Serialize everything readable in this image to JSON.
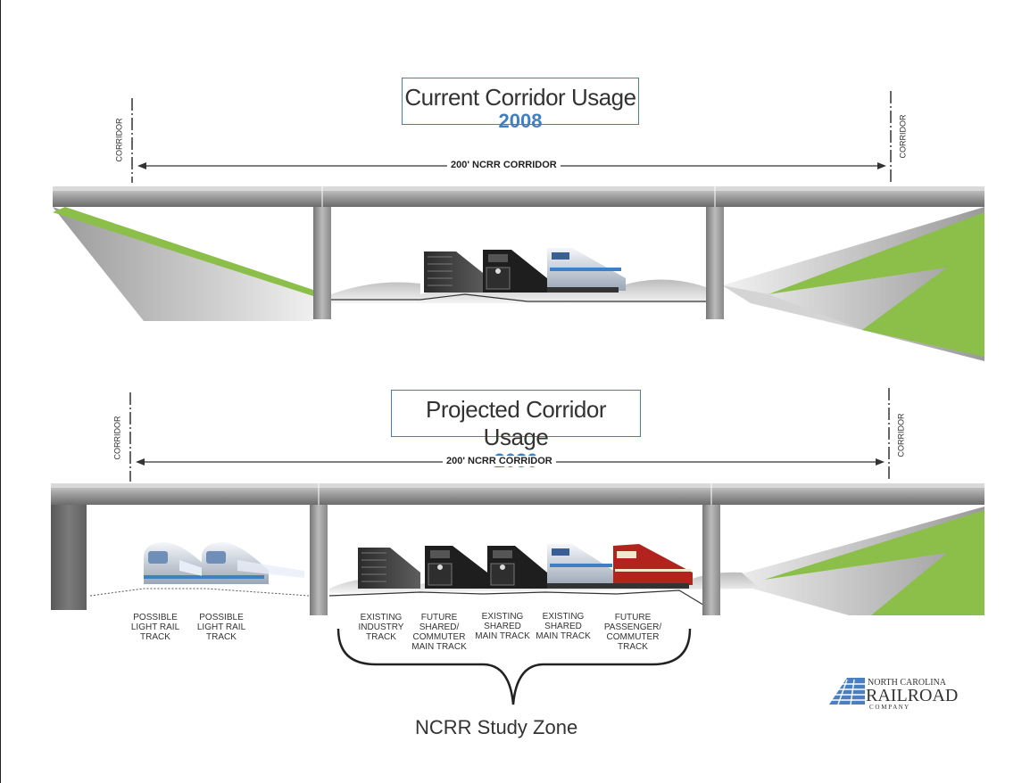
{
  "current": {
    "title": "Current Corridor Usage",
    "year": "2008",
    "corridor_left": "CORRIDOR",
    "corridor_right": "CORRIDOR",
    "span_label": "200' NCRR CORRIDOR"
  },
  "projected": {
    "title": "Projected Corridor Usage",
    "year": "2030",
    "corridor_left": "CORRIDOR",
    "corridor_right": "CORRIDOR",
    "span_label": "200' NCRR CORRIDOR",
    "tracks": [
      "POSSIBLE LIGHT RAIL TRACK",
      "POSSIBLE LIGHT RAIL TRACK",
      "EXISTING INDUSTRY TRACK",
      "FUTURE SHARED/ COMMUTER MAIN TRACK",
      "EXISTING SHARED MAIN TRACK",
      "EXISTING SHARED MAIN TRACK",
      "FUTURE PASSENGER/ COMMUTER TRACK"
    ]
  },
  "study_zone": "NCRR Study Zone",
  "logo": {
    "line1": "NORTH CAROLINA",
    "line2": "RAILROAD",
    "line3": "C O M P A N Y"
  },
  "colors": {
    "accent": "#3f7fc5",
    "grass": "#8cbf4a",
    "bridge": "#b9b9b9"
  }
}
